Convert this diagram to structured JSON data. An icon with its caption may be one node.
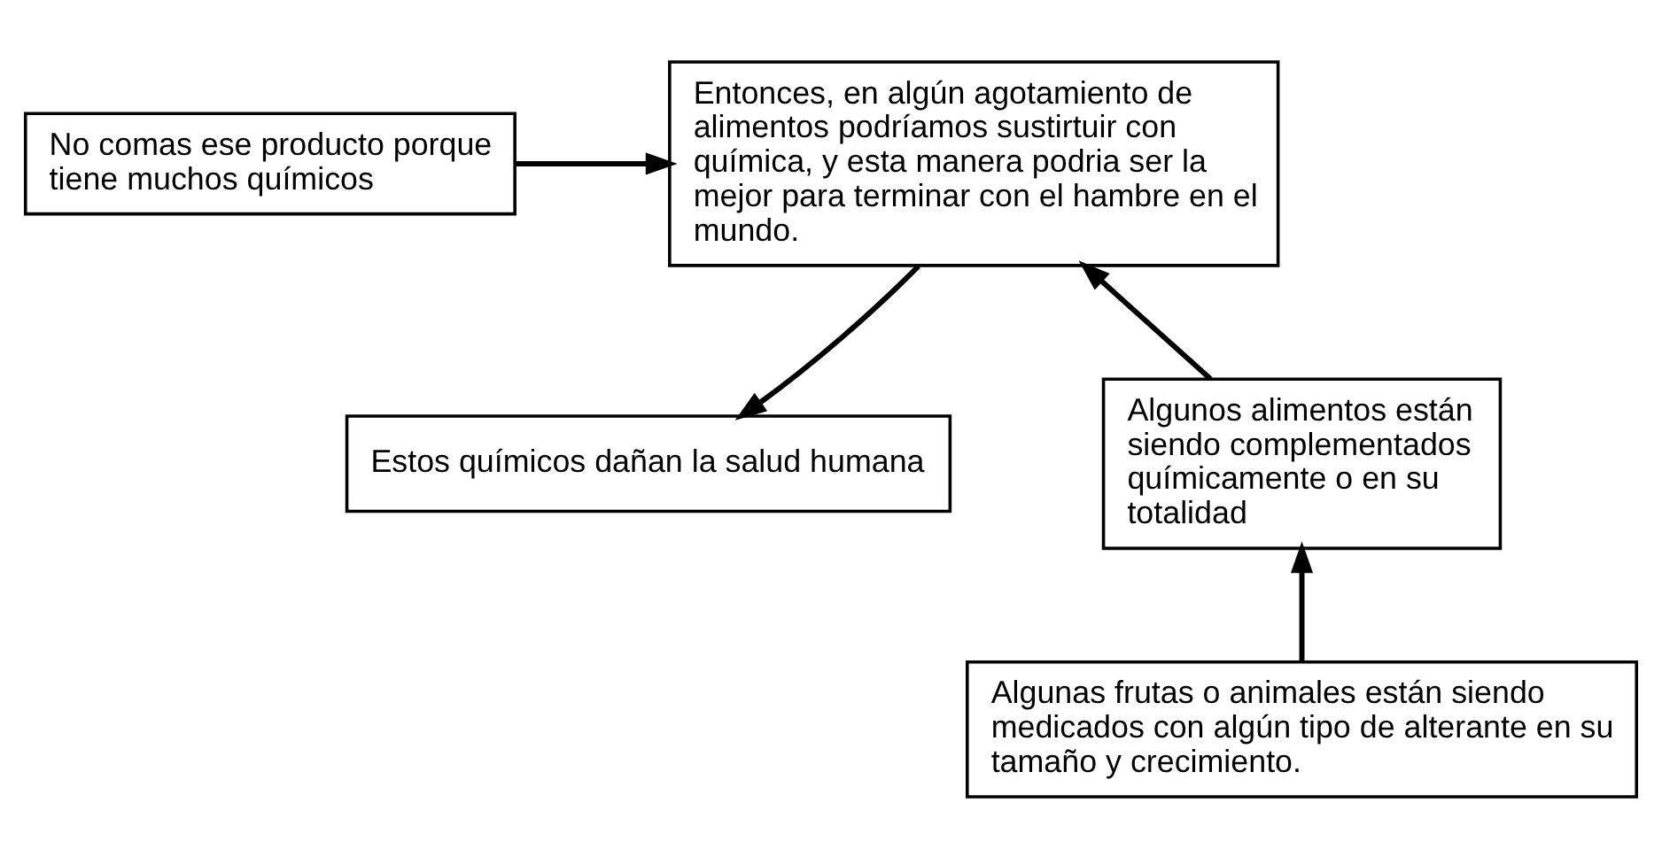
{
  "diagram": {
    "nodes": [
      {
        "text": [
          "No comas ese producto porque tiene muchos químicos"
        ]
      },
      {
        "text": [
          "Entonces, en algún agotamiento de alimentos podríamos sustirtuir con química, y esta manera podria ser la mejor para terminar con el hambre en el mundo."
        ]
      },
      {
        "text": [
          "Algunos alimentos están siendo complementados químicamente o en su totalidad"
        ]
      },
      {
        "text": [
          "Estos químicos dañan la salud humana"
        ]
      },
      {
        "text": [
          "Algunas frutas o animales están siendo medicados con algún tipo de alterante en su tamaño y crecimiento."
        ]
      }
    ],
    "edges": [
      {
        "from": 0,
        "to": 1,
        "arrow": "to"
      },
      {
        "from": 2,
        "to": 1,
        "arrow": "to"
      },
      {
        "from": 1,
        "to": 3,
        "arrow": "to"
      },
      {
        "from": 4,
        "to": 2,
        "arrow": "to"
      }
    ]
  }
}
